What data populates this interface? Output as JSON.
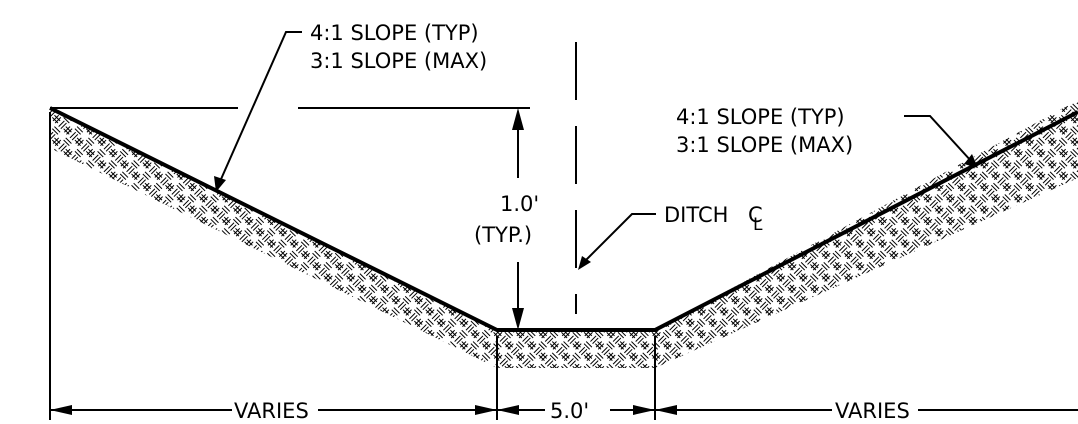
{
  "left_slope": {
    "typ": "4:1  SLOPE  (TYP)",
    "max": "3:1  SLOPE  (MAX)"
  },
  "right_slope": {
    "typ": "4:1  SLOPE  (TYP)",
    "max": "3:1  SLOPE  (MAX)"
  },
  "depth": {
    "value": "1.0'",
    "note": "(TYP.)"
  },
  "ditch": {
    "label": "DITCH",
    "cl_c": "C",
    "cl_l": "L"
  },
  "dims": {
    "left": "VARIES",
    "bottom": "5.0'",
    "right": "VARIES"
  }
}
